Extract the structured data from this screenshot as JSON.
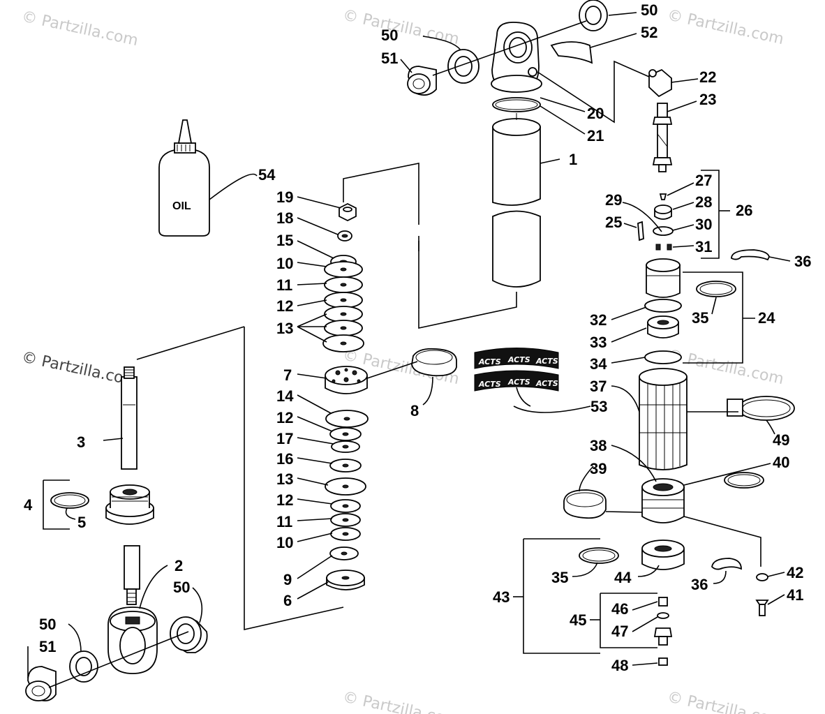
{
  "watermark": "© Partzilla.com",
  "watermark_main": "© Partzilla.com",
  "oil_label": "OIL",
  "band_text": "ACTS",
  "callouts": {
    "c1": "1",
    "c2": "2",
    "c3": "3",
    "c4": "4",
    "c5": "5",
    "c6": "6",
    "c7": "7",
    "c8": "8",
    "c9": "9",
    "c10a": "10",
    "c10b": "10",
    "c11a": "11",
    "c11b": "11",
    "c12a": "12",
    "c12b": "12",
    "c12c": "12",
    "c13a": "13",
    "c13b": "13",
    "c14": "14",
    "c15": "15",
    "c16": "16",
    "c17": "17",
    "c18": "18",
    "c19": "19",
    "c20": "20",
    "c21": "21",
    "c22": "22",
    "c23": "23",
    "c24": "24",
    "c25": "25",
    "c26": "26",
    "c27": "27",
    "c28": "28",
    "c29": "29",
    "c30": "30",
    "c31": "31",
    "c32": "32",
    "c33": "33",
    "c34": "34",
    "c35a": "35",
    "c35b": "35",
    "c36a": "36",
    "c36b": "36",
    "c37": "37",
    "c38": "38",
    "c39": "39",
    "c40": "40",
    "c41": "41",
    "c42": "42",
    "c43": "43",
    "c44": "44",
    "c45": "45",
    "c46": "46",
    "c47": "47",
    "c48": "48",
    "c49": "49",
    "c50a": "50",
    "c50b": "50",
    "c50c": "50",
    "c50d": "50",
    "c51a": "51",
    "c51b": "51",
    "c52": "52",
    "c53": "53",
    "c54": "54"
  }
}
